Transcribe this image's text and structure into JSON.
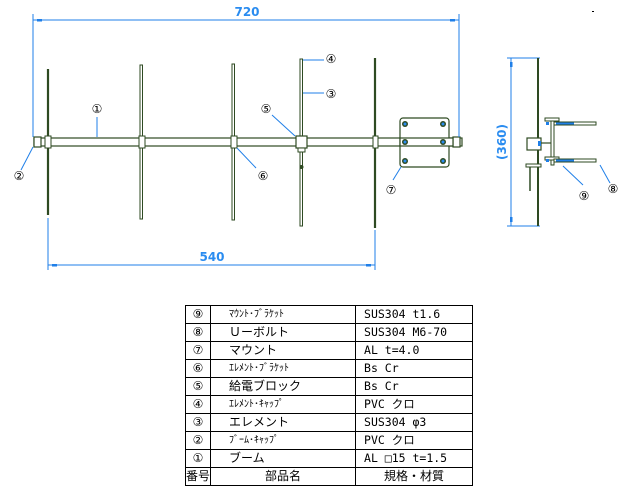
{
  "dimensions": {
    "overall_length": "720",
    "element_span": "540",
    "height": "(360)"
  },
  "callouts": [
    "①",
    "②",
    "③",
    "④",
    "⑤",
    "⑥",
    "⑦",
    "⑧",
    "⑨"
  ],
  "colors": {
    "structure": "#2e4a22",
    "dimension": "#1f7fe8",
    "text": "#000000"
  },
  "parts_table": {
    "headers": {
      "no": "番号",
      "name": "部品名",
      "spec": "規格・材質"
    },
    "rows": [
      {
        "no": "⑨",
        "name": "ﾏｳﾝﾄ･ﾌﾞﾗｹｯﾄ",
        "spec": "SUS304 t1.6"
      },
      {
        "no": "⑧",
        "name": "Ｕーボルト",
        "spec": "SUS304 M6-70"
      },
      {
        "no": "⑦",
        "name": "マウント",
        "spec": "AL t=4.0"
      },
      {
        "no": "⑥",
        "name": "ｴﾚﾒﾝﾄ･ﾌﾞﾗｹｯﾄ",
        "spec": "Bs Cr"
      },
      {
        "no": "⑤",
        "name": "給電ブロック",
        "spec": "Bs Cr"
      },
      {
        "no": "④",
        "name": "ｴﾚﾒﾝﾄ･ｷｬｯﾌﾟ",
        "spec": "PVC クロ"
      },
      {
        "no": "③",
        "name": "エレメント",
        "spec": "SUS304 φ3"
      },
      {
        "no": "②",
        "name": "ﾌﾞｰﾑ･ｷｬｯﾌﾟ",
        "spec": "PVC クロ"
      },
      {
        "no": "①",
        "name": "ブーム",
        "spec": "AL □15 t=1.5"
      }
    ]
  }
}
